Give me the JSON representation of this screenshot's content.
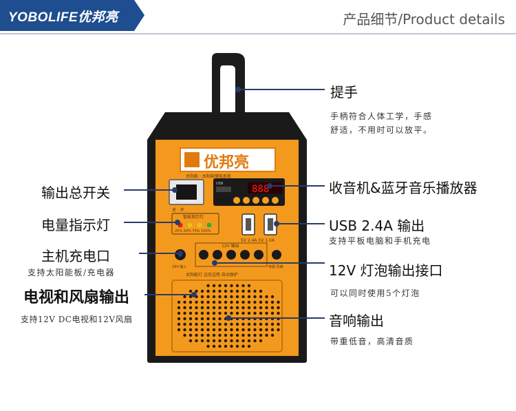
{
  "header": {
    "brand": "YOBOLIFE优邦亮",
    "title": "产品细节/Product details"
  },
  "device": {
    "logo_text": "优邦亮",
    "logo_sub": "太阳能 · 太阳能储电系统",
    "usb_label": "USB",
    "display_digits": "888",
    "port_rating": "5V 2.4A  5V 1.0A",
    "output_label": "12V 输出",
    "switch_label": "关 · 开",
    "battery_label": "智能指示灯",
    "battery_levels": "25% 50% 75% 100%",
    "charge_label": "18V 输入",
    "tv_label": "电视 风扇",
    "bottom_text": "太阳能灯  边充边用  自动保护"
  },
  "callouts": {
    "handle": {
      "title": "提手",
      "sub1": "手柄符合人体工学，手感",
      "sub2": "舒适，不用时可以放平。"
    },
    "radio": {
      "title": "收音机&蓝牙音乐播放器"
    },
    "usb": {
      "title": "USB 2.4A 输出",
      "sub": "支持平板电脑和手机充电"
    },
    "lamp": {
      "title": "12V 灯泡输出接口",
      "sub": "可以同时使用5个灯泡"
    },
    "speaker": {
      "title": "音响输出",
      "sub": "带重低音，高清音质"
    },
    "switch": {
      "title": "输出总开关"
    },
    "indicator": {
      "title": "电量指示灯"
    },
    "charge": {
      "title": "主机充电口",
      "sub": "支持太阳能板/充电器"
    },
    "tv": {
      "title": "电视和风扇输出",
      "sub": "支持12V DC电视和12V风扇"
    }
  },
  "colors": {
    "brand_blue": "#1e4e8f",
    "device_orange": "#f39a1e",
    "device_black": "#1a1a1a"
  }
}
